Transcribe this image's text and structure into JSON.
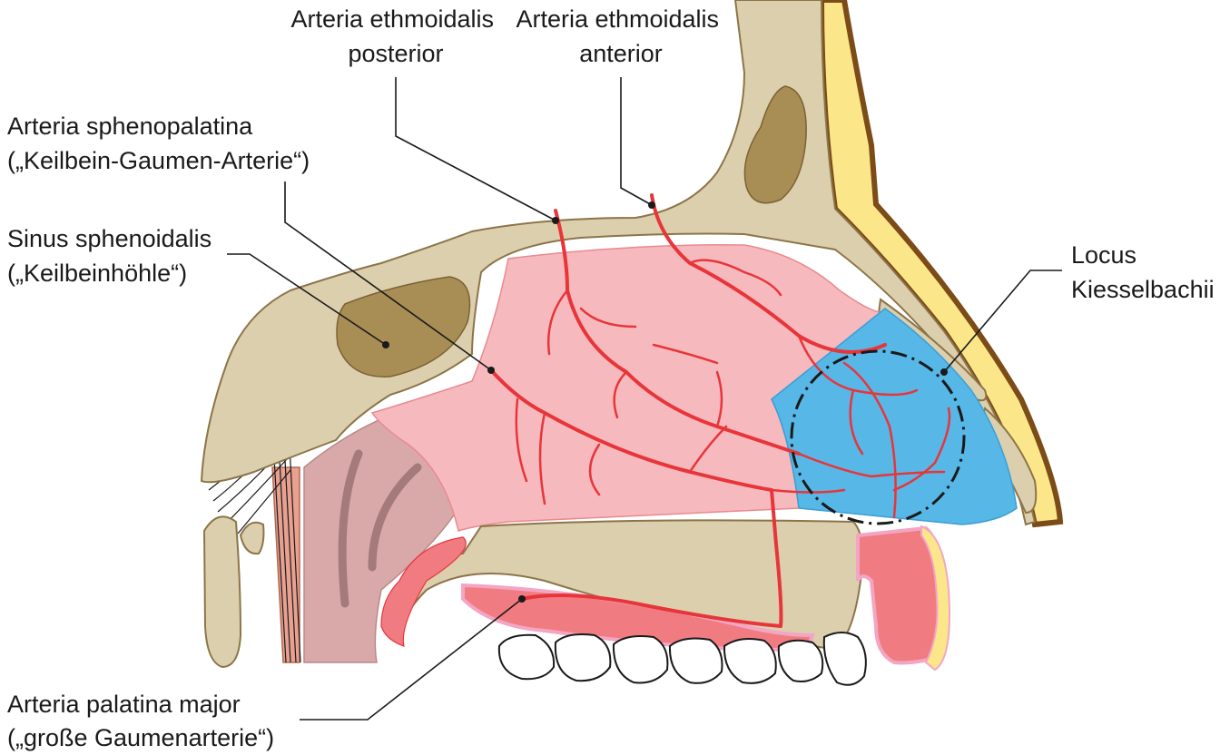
{
  "labels": {
    "ethmoid_posterior": {
      "line1": "Arteria ethmoidalis",
      "line2": "posterior"
    },
    "ethmoid_anterior": {
      "line1": "Arteria ethmoidalis",
      "line2": "anterior"
    },
    "sphenopalatina": {
      "line1": "Arteria sphenopalatina",
      "line2": "(„Keilbein-Gaumen-Arterie“)"
    },
    "sphenoidalis": {
      "line1": "Sinus sphenoidalis",
      "line2": "(„Keilbeinhöhle“)"
    },
    "locus": {
      "line1": "Locus",
      "line2": "Kiesselbachii"
    },
    "palatina": {
      "line1": "Arteria palatina major",
      "line2": "(„große Gaumenarterie“)"
    }
  },
  "colors": {
    "bone": "#dccfae",
    "bone_outline": "#8c7548",
    "sinus": "#a88d55",
    "mucosa": "#f6b9bd",
    "locus_area": "#57b7e6",
    "artery": "#e8353a",
    "skin": "#fce68a",
    "skin_edge": "#7b4b18",
    "palate_mucosa": "#f07c82",
    "teeth": "#ffffff"
  }
}
